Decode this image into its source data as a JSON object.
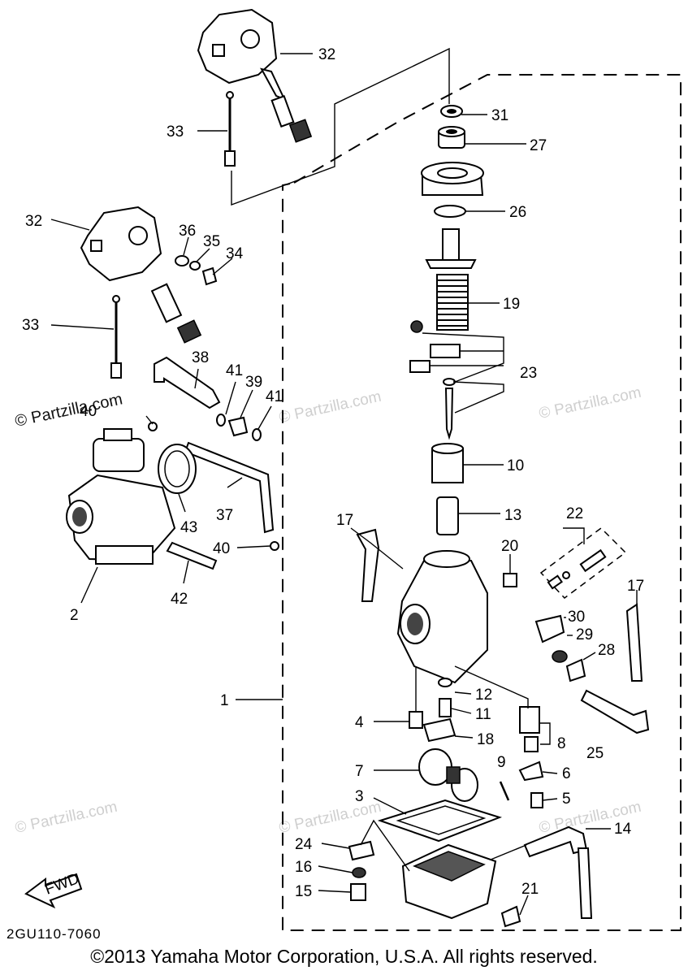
{
  "diagram": {
    "callouts": [
      "1",
      "2",
      "3",
      "4",
      "5",
      "6",
      "7",
      "8",
      "9",
      "10",
      "11",
      "12",
      "13",
      "14",
      "15",
      "16",
      "17",
      "17",
      "18",
      "19",
      "20",
      "21",
      "22",
      "23",
      "24",
      "25",
      "26",
      "27",
      "28",
      "29",
      "30",
      "31",
      "32",
      "32",
      "33",
      "33",
      "34",
      "35",
      "36",
      "37",
      "38",
      "39",
      "40",
      "40",
      "41",
      "41",
      "42",
      "43"
    ],
    "fwd_label": "FWD",
    "code": "2GU110-7060",
    "watermark": "© Partzilla.com",
    "watermark_dark": "© Partzilla.com"
  },
  "footer": {
    "copyright": "©2013 Yamaha Motor Corporation, U.S.A. All rights reserved."
  }
}
